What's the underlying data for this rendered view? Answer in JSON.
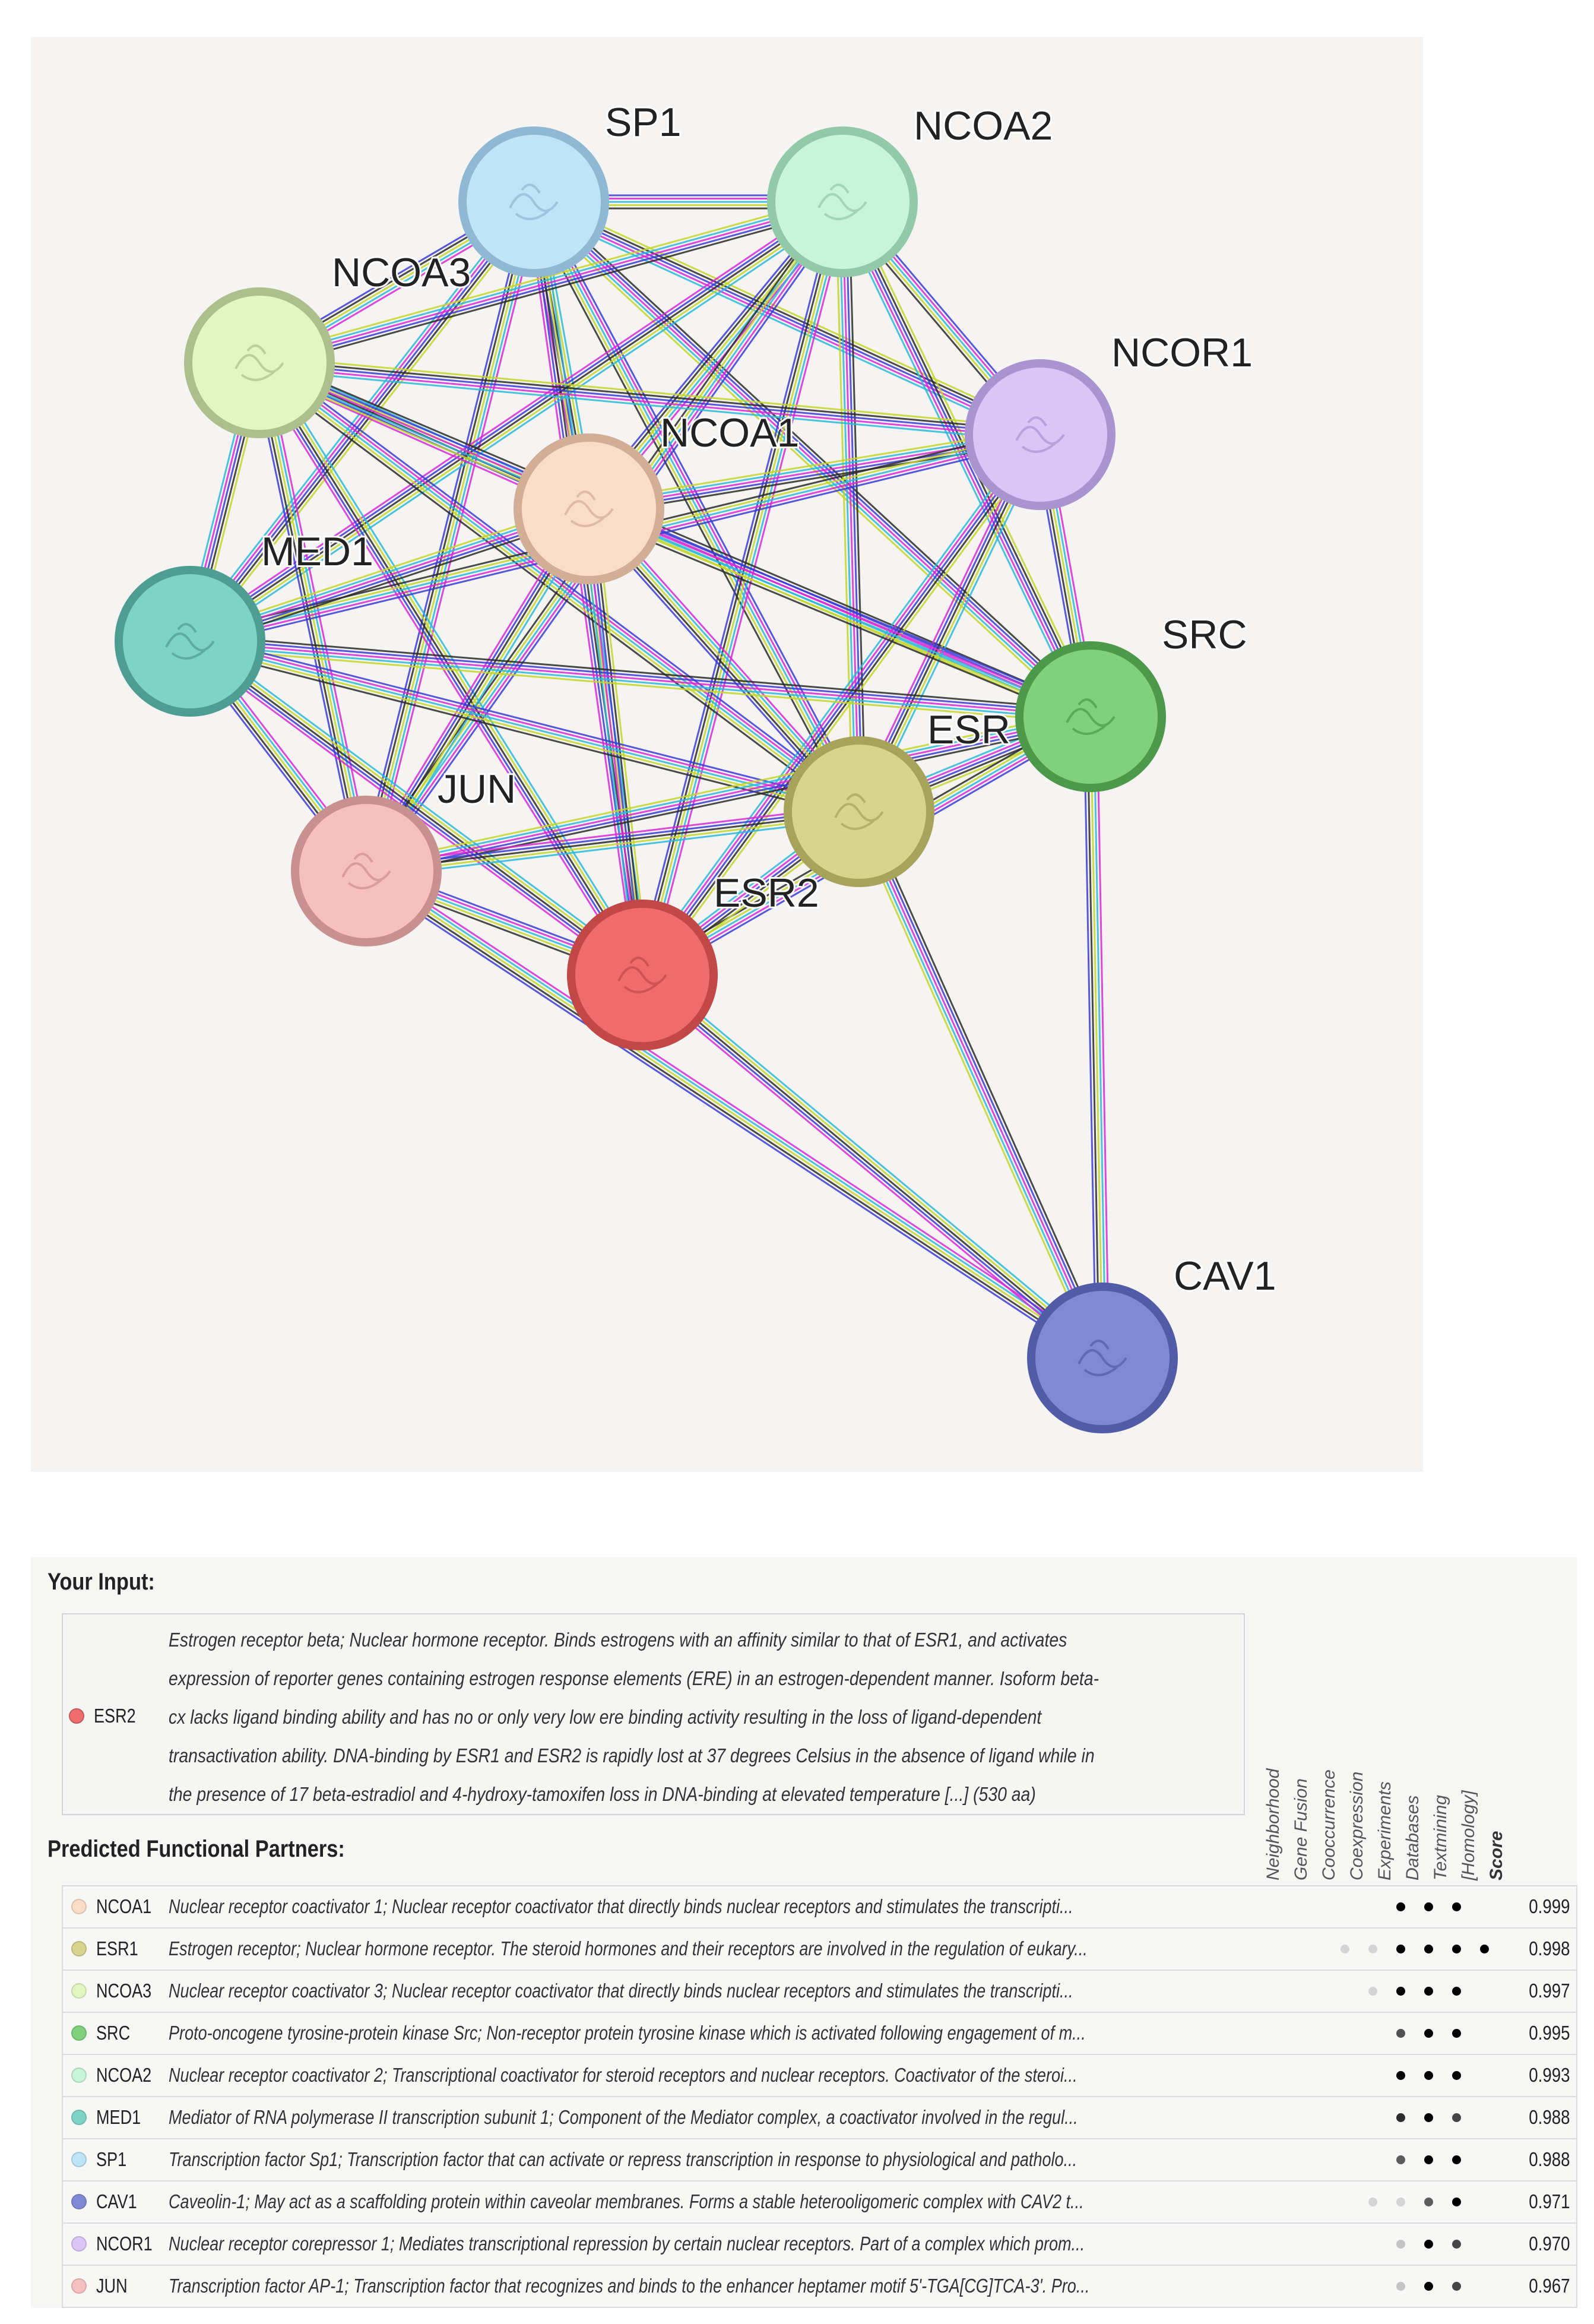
{
  "network": {
    "nodes": [
      {
        "id": "SP1",
        "label": "SP1",
        "fill": "#bfe3f7",
        "stroke": "#8fb8d3"
      },
      {
        "id": "NCOA2",
        "label": "NCOA2",
        "fill": "#c8f4d8",
        "stroke": "#92c9a6"
      },
      {
        "id": "NCOA3",
        "label": "NCOA3",
        "fill": "#e3f6c2",
        "stroke": "#aebf8e"
      },
      {
        "id": "NCOR1",
        "label": "NCOR1",
        "fill": "#d9c6f7",
        "stroke": "#a894d0"
      },
      {
        "id": "NCOA1",
        "label": "NCOA1",
        "fill": "#fbdcc6",
        "stroke": "#d2ae96"
      },
      {
        "id": "MED1",
        "label": "MED1",
        "fill": "#7fd3c6",
        "stroke": "#4e9d92"
      },
      {
        "id": "SRC",
        "label": "SRC",
        "fill": "#80d07c",
        "stroke": "#4c9a49"
      },
      {
        "id": "ESR1",
        "label": "ESR",
        "fill": "#d8d38e",
        "stroke": "#a8a35a"
      },
      {
        "id": "JUN",
        "label": "JUN",
        "fill": "#f7c0c0",
        "stroke": "#c99090"
      },
      {
        "id": "ESR2",
        "label": "ESR2",
        "fill": "#f06c6c",
        "stroke": "#c24848"
      },
      {
        "id": "CAV1",
        "label": "CAV1",
        "fill": "#7f89d6",
        "stroke": "#515ba8"
      }
    ],
    "edges": [
      [
        "SP1",
        "NCOA2"
      ],
      [
        "SP1",
        "NCOA3"
      ],
      [
        "SP1",
        "NCOA1"
      ],
      [
        "SP1",
        "MED1"
      ],
      [
        "SP1",
        "SRC"
      ],
      [
        "SP1",
        "ESR1"
      ],
      [
        "SP1",
        "JUN"
      ],
      [
        "SP1",
        "ESR2"
      ],
      [
        "SP1",
        "NCOR1"
      ],
      [
        "NCOA2",
        "NCOA3"
      ],
      [
        "NCOA2",
        "NCOR1"
      ],
      [
        "NCOA2",
        "NCOA1"
      ],
      [
        "NCOA2",
        "MED1"
      ],
      [
        "NCOA2",
        "SRC"
      ],
      [
        "NCOA2",
        "ESR1"
      ],
      [
        "NCOA2",
        "JUN"
      ],
      [
        "NCOA2",
        "ESR2"
      ],
      [
        "NCOA3",
        "NCOA1"
      ],
      [
        "NCOA3",
        "MED1"
      ],
      [
        "NCOA3",
        "SRC"
      ],
      [
        "NCOA3",
        "ESR1"
      ],
      [
        "NCOA3",
        "JUN"
      ],
      [
        "NCOA3",
        "ESR2"
      ],
      [
        "NCOA3",
        "NCOR1"
      ],
      [
        "NCOR1",
        "NCOA1"
      ],
      [
        "NCOR1",
        "MED1"
      ],
      [
        "NCOR1",
        "SRC"
      ],
      [
        "NCOR1",
        "ESR1"
      ],
      [
        "NCOR1",
        "ESR2"
      ],
      [
        "NCOA1",
        "MED1"
      ],
      [
        "NCOA1",
        "SRC"
      ],
      [
        "NCOA1",
        "ESR1"
      ],
      [
        "NCOA1",
        "JUN"
      ],
      [
        "NCOA1",
        "ESR2"
      ],
      [
        "MED1",
        "SRC"
      ],
      [
        "MED1",
        "ESR1"
      ],
      [
        "MED1",
        "JUN"
      ],
      [
        "MED1",
        "ESR2"
      ],
      [
        "SRC",
        "ESR1"
      ],
      [
        "SRC",
        "JUN"
      ],
      [
        "SRC",
        "ESR2"
      ],
      [
        "SRC",
        "CAV1"
      ],
      [
        "ESR1",
        "JUN"
      ],
      [
        "ESR1",
        "ESR2"
      ],
      [
        "ESR1",
        "CAV1"
      ],
      [
        "JUN",
        "ESR2"
      ],
      [
        "JUN",
        "CAV1"
      ],
      [
        "ESR2",
        "CAV1"
      ]
    ],
    "edge_colors": [
      "#3b3bd6",
      "#d629d6",
      "#2bb8d8",
      "#c2d629",
      "#2a2a2a"
    ]
  },
  "input_section": {
    "title": "Your Input:",
    "gene": {
      "name": "ESR2",
      "color": "#f06c6c"
    },
    "description_lines": [
      "Estrogen receptor beta; Nuclear hormone receptor. Binds estrogens with an affinity similar to that of ESR1, and activates",
      "expression of reporter genes containing estrogen response elements (ERE) in an estrogen-dependent manner. Isoform beta-",
      "cx lacks ligand binding ability and has no or only very low ere binding activity resulting in the loss of ligand-dependent",
      "transactivation ability. DNA-binding by ESR1 and ESR2 is rapidly lost at 37 degrees Celsius in the absence of ligand while in",
      "the presence of 17 beta-estradiol and 4-hydroxy-tamoxifen loss in DNA-binding at elevated temperature [...] (530 aa)"
    ]
  },
  "partners_section": {
    "title": "Predicted Functional Partners:",
    "evidence_columns": [
      "Neighborhood",
      "Gene Fusion",
      "Cooccurrence",
      "Coexpression",
      "Experiments",
      "Databases",
      "Textmining",
      "[Homology]",
      "Score"
    ],
    "rows": [
      {
        "gene": "NCOA1",
        "color": "#fbdcc6",
        "description": "Nuclear receptor coactivator 1; Nuclear receptor coactivator that directly binds nuclear receptors and stimulates the transcripti...",
        "evidence": [
          0,
          0,
          0,
          0,
          1,
          1,
          1,
          0
        ],
        "score": "0.999"
      },
      {
        "gene": "ESR1",
        "color": "#d8d38e",
        "description": "Estrogen receptor; Nuclear hormone receptor. The steroid hormones and their receptors are involved in the regulation of eukary...",
        "evidence": [
          0,
          0,
          0.08,
          0.08,
          1,
          1,
          1,
          1
        ],
        "score": "0.998"
      },
      {
        "gene": "NCOA3",
        "color": "#e3f6c2",
        "description": "Nuclear receptor coactivator 3; Nuclear receptor coactivator that directly binds nuclear receptors and stimulates the transcripti...",
        "evidence": [
          0,
          0,
          0,
          0.08,
          1,
          1,
          1,
          0
        ],
        "score": "0.997"
      },
      {
        "gene": "SRC",
        "color": "#80d07c",
        "description": "Proto-oncogene tyrosine-protein kinase Src; Non-receptor protein tyrosine kinase which is activated following engagement of m...",
        "evidence": [
          0,
          0,
          0,
          0,
          0.65,
          1,
          1,
          0
        ],
        "score": "0.995"
      },
      {
        "gene": "NCOA2",
        "color": "#c8f4d8",
        "description": "Nuclear receptor coactivator 2; Transcriptional coactivator for steroid receptors and nuclear receptors. Coactivator of the steroi...",
        "evidence": [
          0,
          0,
          0,
          0,
          1,
          1,
          1,
          0
        ],
        "score": "0.993"
      },
      {
        "gene": "MED1",
        "color": "#7fd3c6",
        "description": "Mediator of RNA polymerase II transcription subunit 1; Component of the Mediator complex, a coactivator involved in the regul...",
        "evidence": [
          0,
          0,
          0,
          0,
          0.8,
          1,
          0.7,
          0
        ],
        "score": "0.988"
      },
      {
        "gene": "SP1",
        "color": "#bfe3f7",
        "description": "Transcription factor Sp1; Transcription factor that can activate or repress transcription in response to physiological and patholo...",
        "evidence": [
          0,
          0,
          0,
          0,
          0.6,
          1,
          1,
          0
        ],
        "score": "0.988"
      },
      {
        "gene": "CAV1",
        "color": "#7f89d6",
        "description": "Caveolin-1; May act as a scaffolding protein within caveolar membranes. Forms a stable heterooligomeric complex with CAV2 t...",
        "evidence": [
          0,
          0,
          0,
          0.08,
          0.08,
          0.6,
          1,
          0
        ],
        "score": "0.971"
      },
      {
        "gene": "NCOR1",
        "color": "#d9c6f7",
        "description": "Nuclear receptor corepressor 1; Mediates transcriptional repression by certain nuclear receptors. Part of a complex which prom...",
        "evidence": [
          0,
          0,
          0,
          0,
          0.15,
          1,
          0.7,
          0
        ],
        "score": "0.970"
      },
      {
        "gene": "JUN",
        "color": "#f7c0c0",
        "description": "Transcription factor AP-1; Transcription factor that recognizes and binds to the enhancer heptamer motif 5'-TGA[CG]TCA-3'. Pro...",
        "evidence": [
          0,
          0,
          0,
          0,
          0.15,
          1,
          0.7,
          0
        ],
        "score": "0.967"
      }
    ]
  }
}
